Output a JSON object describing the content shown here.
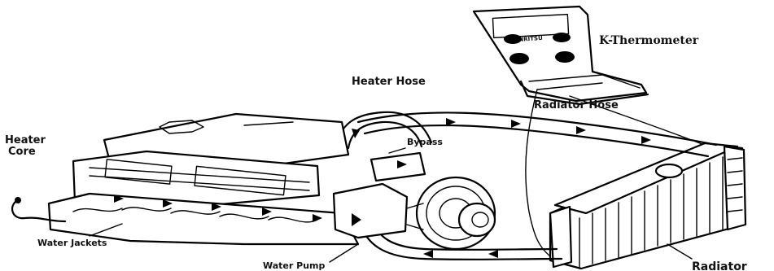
{
  "labels": {
    "thermometer": "K-Thermometer",
    "heater_hose": "Heater Hose",
    "radiator_hose": "Radiator Hose",
    "heater_core_line1": "Heater",
    "heater_core_line2": "Core",
    "bypass": "Bypass",
    "water_jackets": "Water Jackets",
    "water_pump": "Water Pump",
    "radiator": "Radiator"
  },
  "thermometer_brand_text": "ANRITSU"
}
